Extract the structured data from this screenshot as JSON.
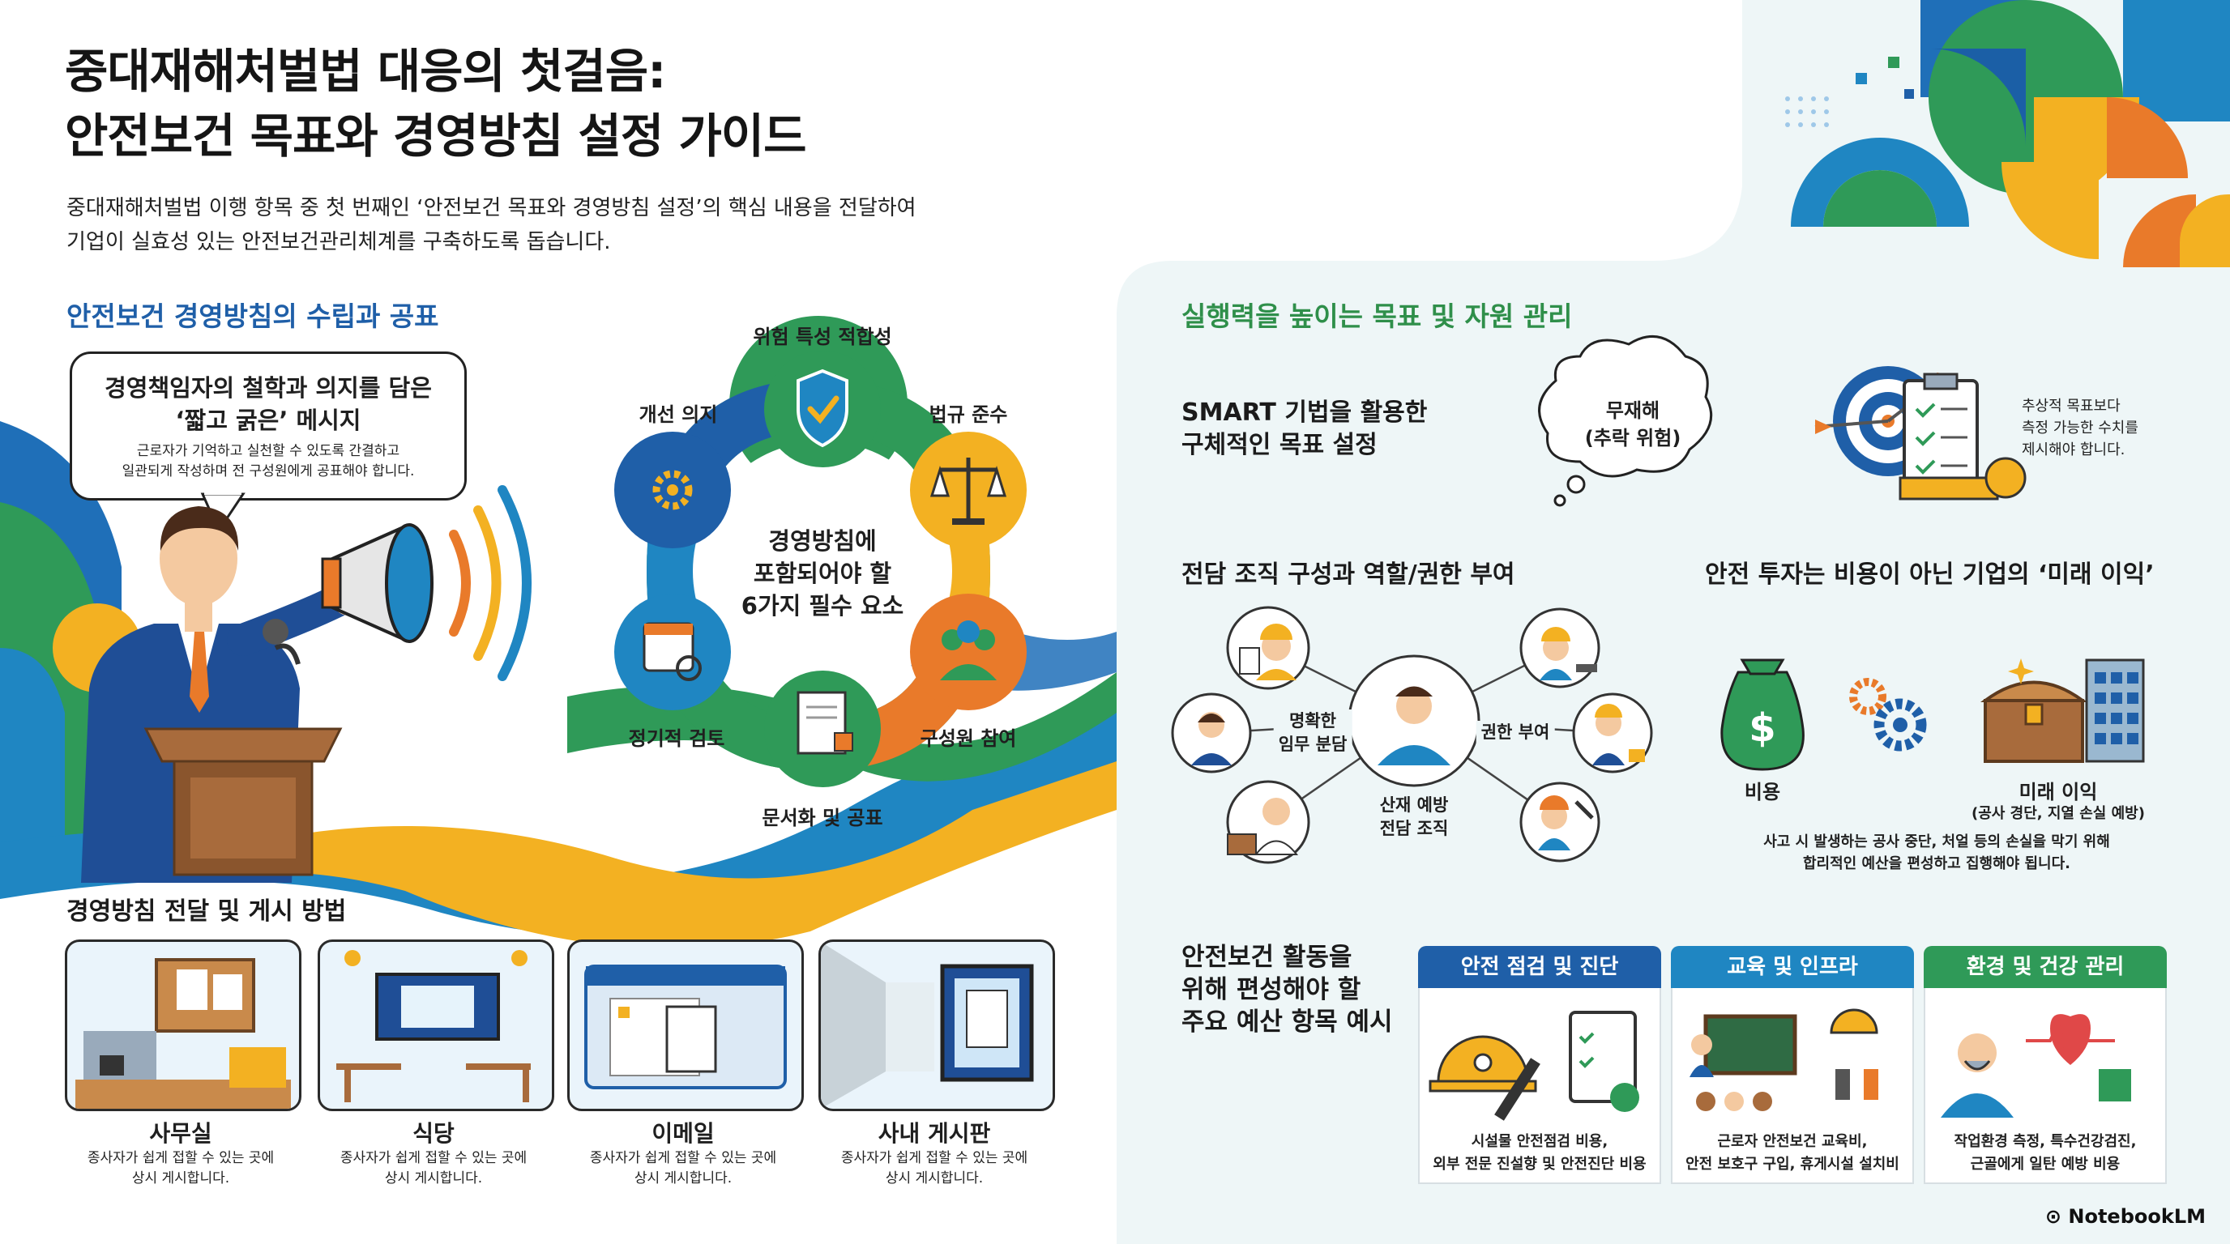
{
  "header": {
    "title_line1": "중대재해처벌법 대응의 첫걸음:",
    "title_line2": "안전보건 목표와 경영방침 설정 가이드",
    "intro_line1": "중대재해처벌법 이행 항목 중 첫 번째인 ‘안전보건 목표와 경영방침 설정’의 핵심 내용을 전달하여",
    "intro_line2": "기업이 실효성 있는 안전보건관리체계를 구축하도록 돕습니다."
  },
  "policy": {
    "section_title": "안전보건 경영방침의 수립과 공표",
    "bubble": {
      "line1": "경영책임자의 철학과 의지를 담은",
      "line2": "‘짧고 굵은’ 메시지",
      "line3": "근로자가 기억하고 실천할 수 있도록 간결하고",
      "line4": "일관되게 작성하며 전 구성원에게 공표해야 합니다."
    },
    "cycle": {
      "center_line1": "경영방침에",
      "center_line2": "포함되어야 할",
      "center_line3": "6가지 필수 요소",
      "elements": [
        {
          "label": "위험 특성 적합성",
          "icon": "shield-check-icon"
        },
        {
          "label": "법규 준수",
          "icon": "scales-icon"
        },
        {
          "label": "구성원 참여",
          "icon": "people-group-icon"
        },
        {
          "label": "문서화 및 공표",
          "icon": "document-stamp-icon"
        },
        {
          "label": "정기적 검토",
          "icon": "calendar-search-icon"
        },
        {
          "label": "개선 의지",
          "icon": "gear-icon"
        }
      ]
    }
  },
  "posting": {
    "section_title": "경영방침 전달 및 게시 방법",
    "cards": [
      {
        "name": "사무실",
        "desc_line1": "종사자가 쉽게 접할 수 있는 곳에",
        "desc_line2": "상시 게시합니다."
      },
      {
        "name": "식당",
        "desc_line1": "종사자가 쉽게 접할 수 있는 곳에",
        "desc_line2": "상시 게시합니다."
      },
      {
        "name": "이메일",
        "desc_line1": "종사자가 쉽게 접할 수 있는 곳에",
        "desc_line2": "상시 게시합니다."
      },
      {
        "name": "사내 게시판",
        "desc_line1": "종사자가 쉽게 접할 수 있는 곳에",
        "desc_line2": "상시 게시합니다."
      }
    ]
  },
  "goals": {
    "section_title": "실행력을 높이는 목표 및 자원 관리",
    "smart": {
      "title_line1": "SMART 기법을 활용한",
      "title_line2": "구체적인 목표 설정",
      "cloud_line1": "무재해",
      "cloud_line2": "(추락 위험)",
      "note_line1": "추상적 목표보다",
      "note_line2": "측정 가능한 수치를",
      "note_line3": "제시해야 합니다."
    },
    "org": {
      "title": "전담 조직 구성과 역할/권한 부여",
      "center_line1": "산재 예방",
      "center_line2": "전담 조직",
      "left_line1": "명확한",
      "left_line2": "임무 분담",
      "right": "권한 부여"
    },
    "investment": {
      "title": "안전 투자는 비용이 아닌 기업의 ‘미래 이익’",
      "cost": "비용",
      "future": "미래 이익",
      "future_sub": "(공사 경단, 지열 손실 예방)",
      "note_line1": "사고 시 발생하는 공사 중단, 처얼 등의 손실을 막기 위해",
      "note_line2": "합리적인 예산을 편성하고 집행해야 됩니다."
    },
    "budget": {
      "title_line1": "안전보건 활동을",
      "title_line2": "위해 편성해야 할",
      "title_line3": "주요 예산 항목 예시",
      "items": [
        {
          "head": "안전 점검 및 진단",
          "desc_line1": "시설물 안전점검 비용,",
          "desc_line2": "외부 전문 진설향 및 안전진단 비용",
          "color": "#1f5fa8"
        },
        {
          "head": "교육 및 인프라",
          "desc_line1": "근로자 안전보건 교육비,",
          "desc_line2": "안전 보호구 구입, 휴게시설 설치비",
          "color": "#1f86c2"
        },
        {
          "head": "환경 및 건강 관리",
          "desc_line1": "작업환경 측정, 특수건강검진,",
          "desc_line2": "근골에게 일탄 예방 비용",
          "color": "#2f9a58"
        }
      ]
    }
  },
  "brand": "NotebookLM"
}
